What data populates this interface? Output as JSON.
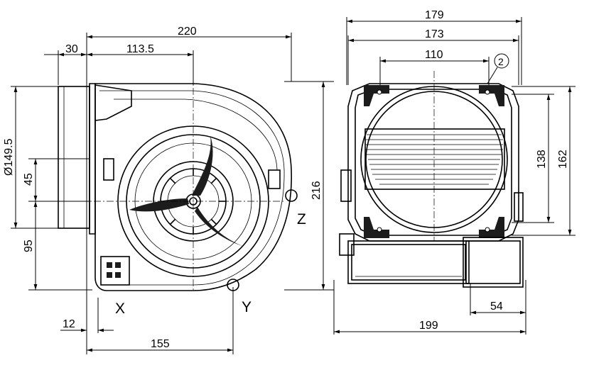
{
  "dimensions": {
    "left_view": {
      "width_total": "220",
      "offset_30": "30",
      "offset_113_5": "113.5",
      "diameter": "Ø149.5",
      "h_45": "45",
      "h_95": "95",
      "height_216": "216",
      "bottom_12": "12",
      "bottom_155": "155"
    },
    "right_view": {
      "width_179": "179",
      "width_173": "173",
      "width_110": "110",
      "h_138": "138",
      "h_162": "162",
      "w_54": "54",
      "w_199": "199",
      "callout_2": "2"
    }
  },
  "labels": {
    "x": "X",
    "y": "Y",
    "z": "Z"
  }
}
